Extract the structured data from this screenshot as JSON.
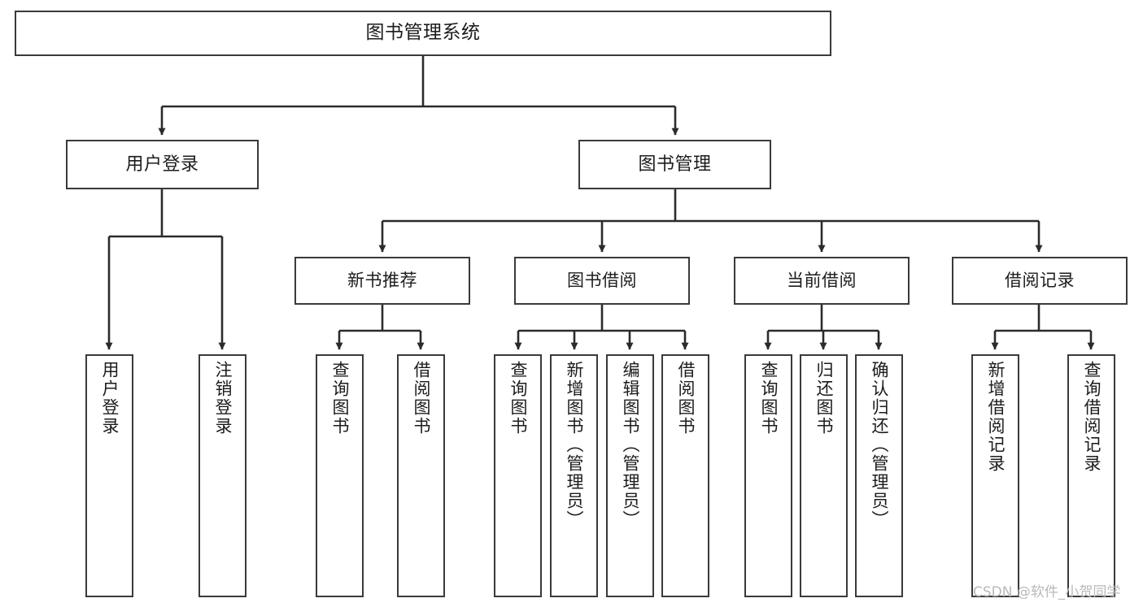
{
  "diagram": {
    "title": "图书管理系统",
    "type": "tree-hierarchy-diagram",
    "watermark": "CSDN @软件_小贺同学",
    "accent_color": "#3a3a3a",
    "background_color": "#ffffff",
    "nodes": {
      "root": {
        "label": "图书管理系统"
      },
      "level2": [
        {
          "id": "user-login",
          "label": "用户登录"
        },
        {
          "id": "book-management",
          "label": "图书管理"
        }
      ],
      "level3": [
        {
          "id": "new-book-recommend",
          "label": "新书推荐"
        },
        {
          "id": "book-borrow",
          "label": "图书借阅"
        },
        {
          "id": "current-borrow",
          "label": "当前借阅"
        },
        {
          "id": "borrow-record",
          "label": "借阅记录"
        }
      ],
      "leaves": {
        "user-login": [
          {
            "id": "leaf-user-login",
            "label": "用户登录"
          },
          {
            "id": "leaf-logout-login",
            "label": "注销登录"
          }
        ],
        "new-book-recommend": [
          {
            "id": "leaf-query-book-1",
            "label": "查询图书"
          },
          {
            "id": "leaf-borrow-book-1",
            "label": "借阅图书"
          }
        ],
        "book-borrow": [
          {
            "id": "leaf-query-book-2",
            "label": "查询图书"
          },
          {
            "id": "leaf-add-book",
            "label": "新增图书（管理员）"
          },
          {
            "id": "leaf-edit-book",
            "label": "编辑图书（管理员）"
          },
          {
            "id": "leaf-borrow-book-2",
            "label": "借阅图书"
          }
        ],
        "current-borrow": [
          {
            "id": "leaf-query-book-3",
            "label": "查询图书"
          },
          {
            "id": "leaf-return-book",
            "label": "归还图书"
          },
          {
            "id": "leaf-confirm-return",
            "label": "确认归还（管理员）"
          }
        ],
        "borrow-record": [
          {
            "id": "leaf-add-record",
            "label": "新增借阅记录"
          },
          {
            "id": "leaf-query-record",
            "label": "查询借阅记录"
          }
        ]
      }
    }
  }
}
